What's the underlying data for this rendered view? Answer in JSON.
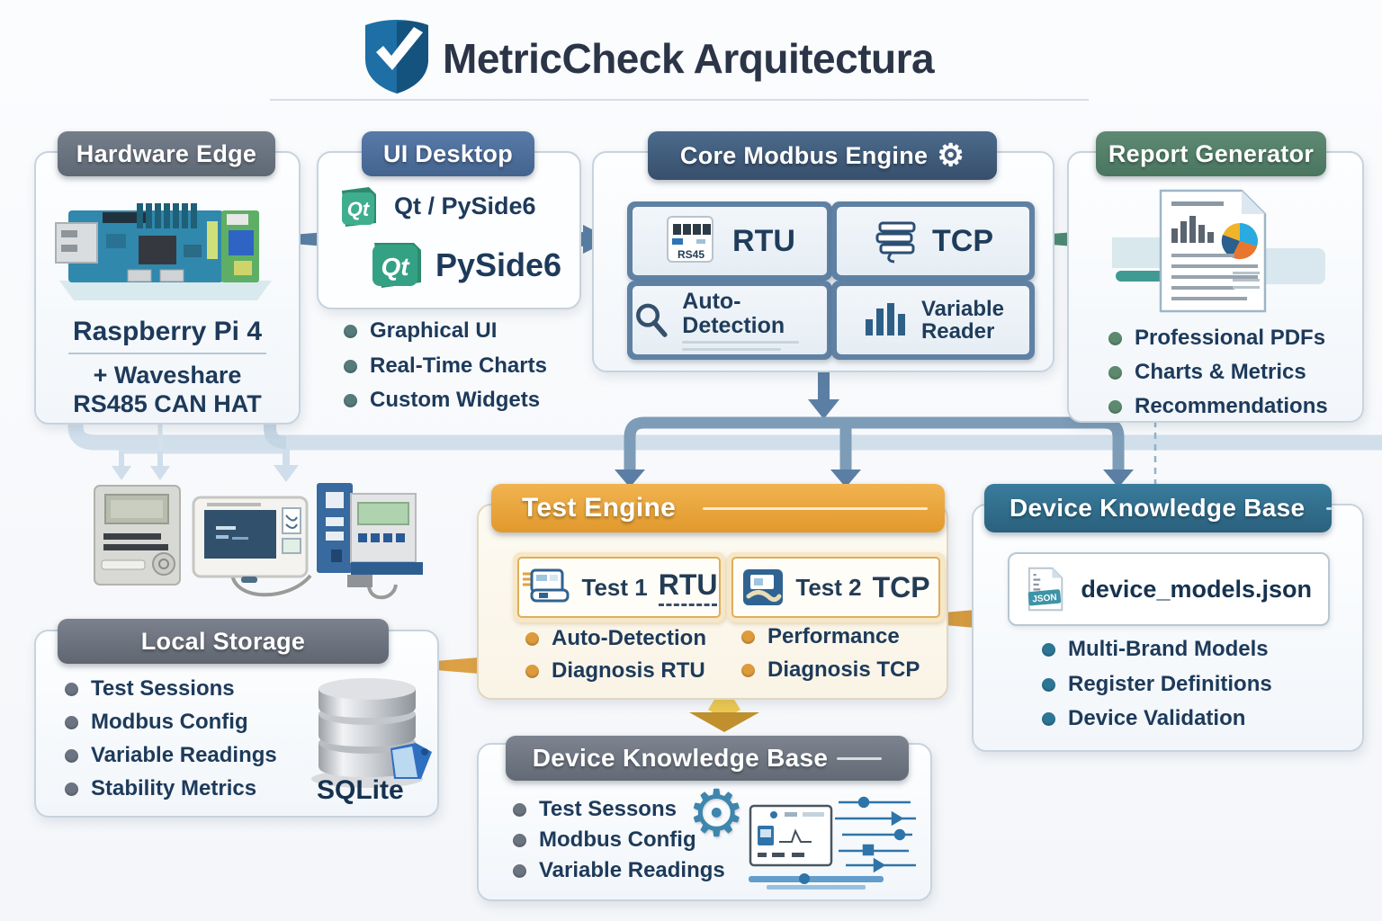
{
  "header": {
    "title": "MetricCheck Arquitectura",
    "logo": "shield-check-icon"
  },
  "hardware_edge": {
    "title": "Hardware Edge",
    "board_name": "Raspberry Pi 4",
    "addon_line1": "+ Waveshare",
    "addon_line2": "RS485 CAN HAT",
    "image": "raspberry-pi-board"
  },
  "ui_desktop": {
    "title": "UI Desktop",
    "qt_badge_small": "Qt",
    "qt_small_label": "Qt / PySide6",
    "qt_badge_large": "Qt",
    "qt_large_label": "PySide6",
    "bullets": [
      "Graphical UI",
      "Real-Time Charts",
      "Custom Widgets"
    ]
  },
  "core_modbus_engine": {
    "title": "Core Modbus Engine",
    "header_icon": "gear-icon",
    "modules": [
      {
        "label": "RTU",
        "icon": "rs485-meter-icon",
        "icon_caption": "RS45"
      },
      {
        "label": "TCP",
        "icon": "stacked-frames-icon"
      },
      {
        "label": "Auto-Detection",
        "icon": "magnifier-icon"
      },
      {
        "label_line1": "Variable",
        "label_line2": "Reader",
        "icon": "bar-chart-icon"
      }
    ]
  },
  "report_generator": {
    "title": "Report Generator",
    "image": "report-document-with-charts",
    "bullets": [
      "Professional PDFs",
      "Charts & Metrics",
      "Recommendations"
    ]
  },
  "test_engine": {
    "title": "Test Engine",
    "tests": [
      {
        "label": "Test 1",
        "protocol": "RTU",
        "icon": "rtu-device-icon"
      },
      {
        "label": "Test 2",
        "protocol": "TCP",
        "icon": "laptop-icon"
      }
    ],
    "bullets_left": [
      "Auto-Detection",
      "Diagnosis RTU"
    ],
    "bullets_right": [
      "Performance",
      "Diagnosis TCP"
    ]
  },
  "device_knowledge_base": {
    "title": "Device Knowledge Base",
    "file_name": "device_models.json",
    "file_badge": "JSON",
    "file_icon": "json-file-icon",
    "bullets": [
      "Multi-Brand Models",
      "Register Definitions",
      "Device Validation"
    ]
  },
  "local_storage": {
    "title": "Local Storage",
    "bullets": [
      "Test Sessions",
      "Modbus Config",
      "Variable Readings",
      "Stability Metrics"
    ],
    "db_icon": "database-cylinder-icon",
    "db_label": "SQLite"
  },
  "knowledge_base_bottom": {
    "title": "Device Knowledge Base",
    "bullets": [
      "Test Sessons",
      "Modbus Config",
      "Variable Readings"
    ],
    "graphic": "gear-and-monitor-circuit"
  },
  "field_devices": {
    "items": [
      "energy-meter",
      "panel-controller",
      "din-rail-device"
    ]
  },
  "colors": {
    "header_gray": "#687180",
    "header_blue": "#4a6d9b",
    "header_core": "#3f5c7c",
    "header_green": "#547f68",
    "header_orange": "#e8a53c",
    "header_teal": "#2f6d8c",
    "header_storage": "#6b727e",
    "header_kb_bottom": "#6f7682",
    "arrow_blue": "#5b7fa4",
    "arrow_green": "#4d8a72",
    "arrow_orange": "#d49a3f",
    "band_light": "#ccdce9",
    "text_navy": "#1d3a5a"
  }
}
